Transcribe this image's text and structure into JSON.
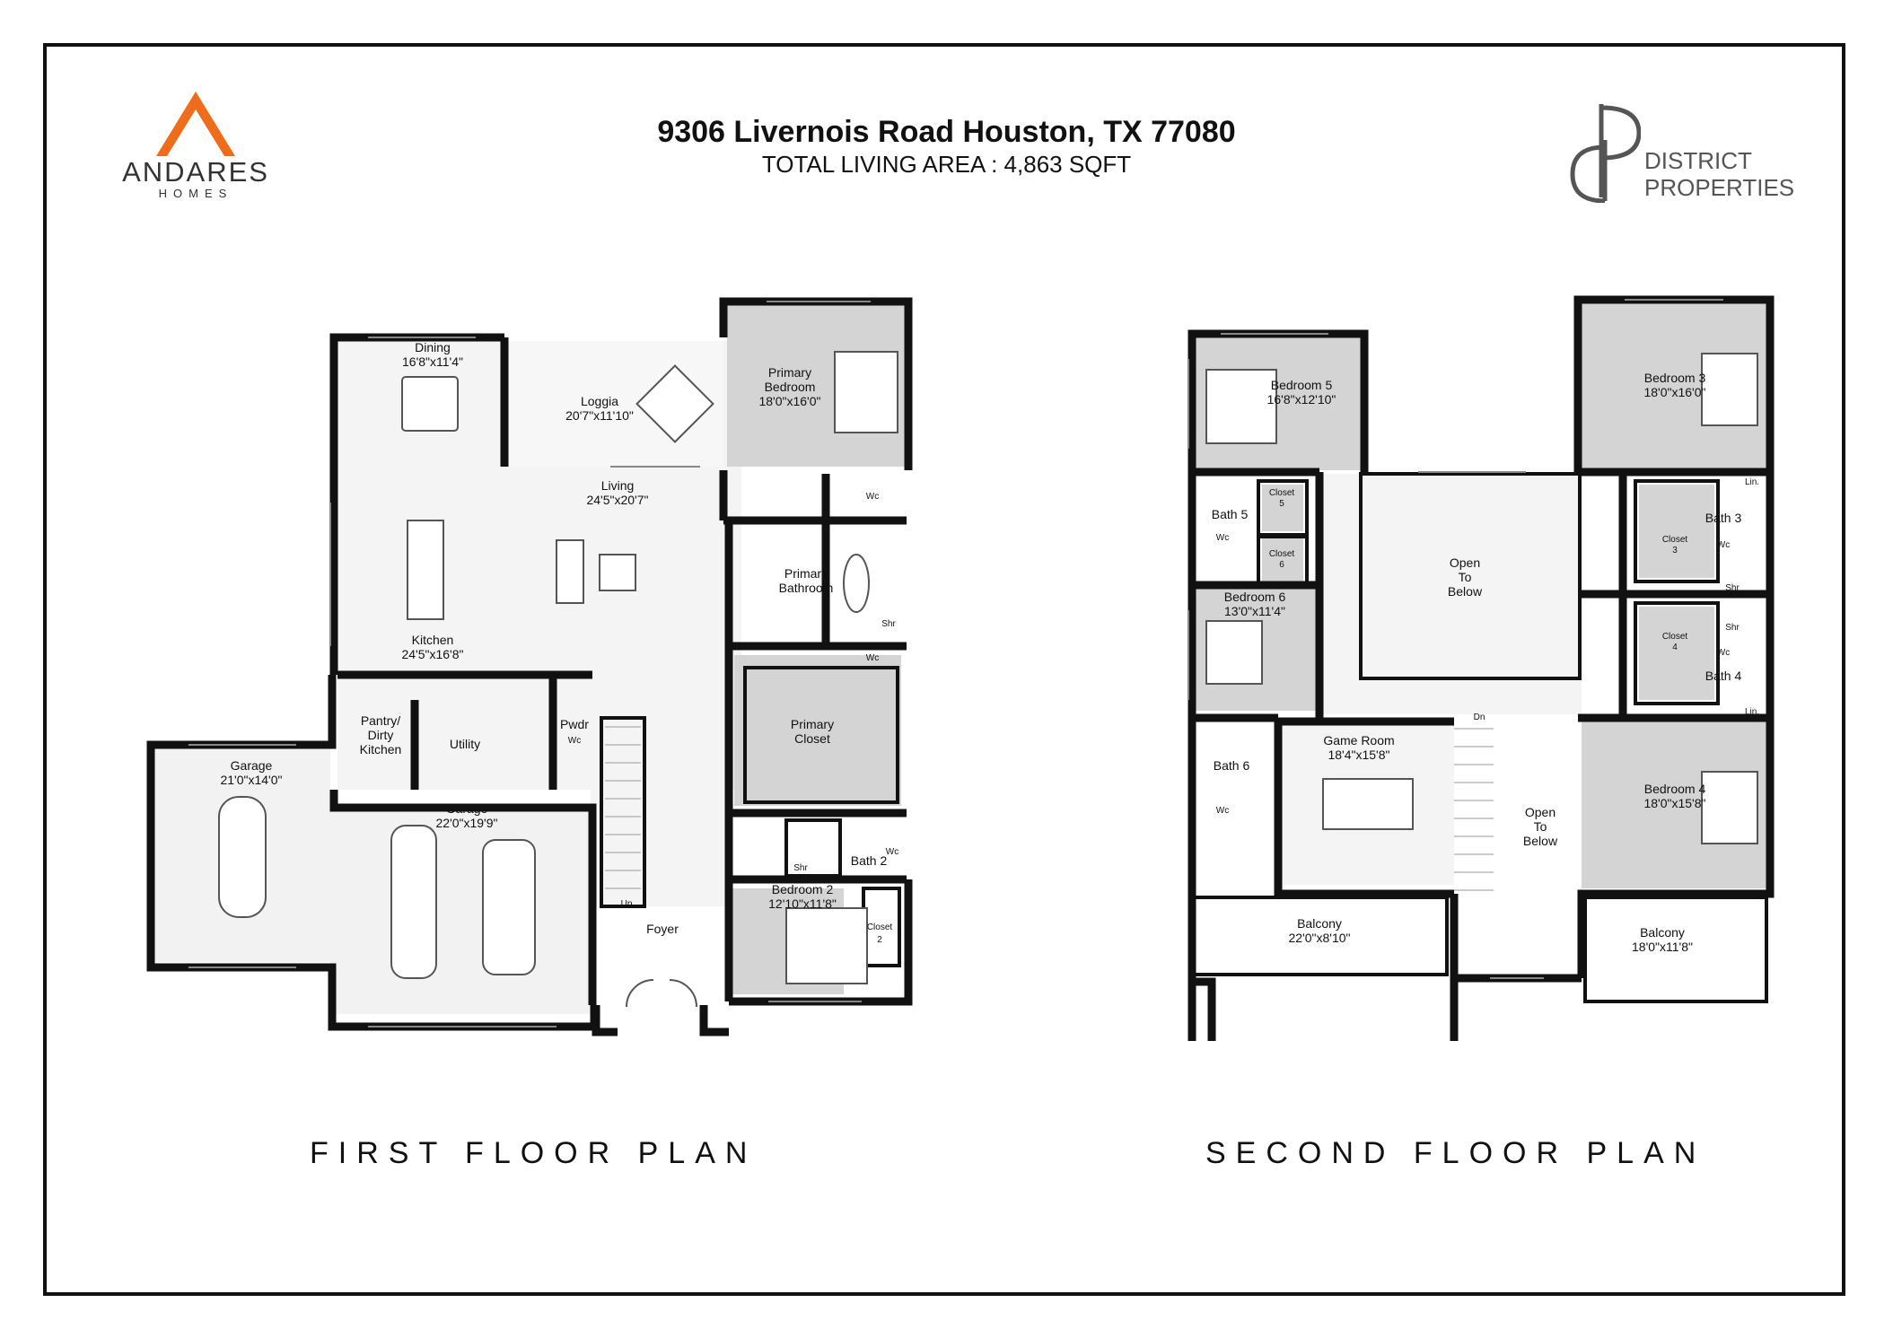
{
  "header": {
    "address": "9306 Livernois Road Houston, TX 77080",
    "area": "TOTAL LIVING AREA : 4,863 SQFT"
  },
  "logos": {
    "left_brand": "ANDARES",
    "left_sub": "HOMES",
    "left_color": "#ef6c1a",
    "right_line1": "DISTRICT",
    "right_line2": "PROPERTIES",
    "right_color": "#555555"
  },
  "plans": {
    "first_label": "FIRST FLOOR PLAN",
    "second_label": "SECOND FLOOR PLAN"
  },
  "first_floor": {
    "dining": {
      "name": "Dining",
      "dim": "16'8\"x11'4\""
    },
    "loggia": {
      "name": "Loggia",
      "dim": "20'7\"x11'10\""
    },
    "primary_bedroom": {
      "name1": "Primary",
      "name2": "Bedroom",
      "dim": "18'0\"x16'0\""
    },
    "living": {
      "name": "Living",
      "dim": "24'5\"x20'7\""
    },
    "primary_bathroom": {
      "name1": "Primary",
      "name2": "Bathroom"
    },
    "kitchen": {
      "name": "Kitchen",
      "dim": "24'5\"x16'8\""
    },
    "primary_closet": {
      "name1": "Primary",
      "name2": "Closet"
    },
    "pantry": {
      "name1": "Pantry/",
      "name2": "Dirty",
      "name3": "Kitchen"
    },
    "utility": {
      "name": "Utility"
    },
    "pwdr": {
      "name": "Pwdr"
    },
    "garage_left": {
      "name": "Garage",
      "dim": "21'0\"x14'0\""
    },
    "garage_main": {
      "name": "Garage",
      "dim": "22'0\"x19'9\""
    },
    "bath2": {
      "name": "Bath 2"
    },
    "bedroom2": {
      "name": "Bedroom 2",
      "dim": "12'10\"x11'8\""
    },
    "closet2": {
      "name1": "Closet",
      "name2": "2"
    },
    "foyer": {
      "name": "Foyer"
    },
    "up": "Up",
    "wc": "Wc",
    "shr": "Shr"
  },
  "second_floor": {
    "bedroom5": {
      "name": "Bedroom 5",
      "dim": "16'8\"x12'10\""
    },
    "bedroom3": {
      "name": "Bedroom 3",
      "dim": "18'0\"x16'0\""
    },
    "bath5": {
      "name": "Bath 5"
    },
    "closet5": {
      "name1": "Closet",
      "name2": "5"
    },
    "closet6": {
      "name1": "Closet",
      "name2": "6"
    },
    "open_below1": {
      "l1": "Open",
      "l2": "To",
      "l3": "Below"
    },
    "bath3": {
      "name": "Bath 3"
    },
    "closet3": {
      "name1": "Closet",
      "name2": "3"
    },
    "lin": "Lin.",
    "bedroom6": {
      "name": "Bedroom 6",
      "dim": "13'0\"x11'4\""
    },
    "closet4": {
      "name1": "Closet",
      "name2": "4"
    },
    "bath4": {
      "name": "Bath 4"
    },
    "dn": "Dn",
    "game_room": {
      "name": "Game Room",
      "dim": "18'4\"x15'8\""
    },
    "bath6": {
      "name": "Bath 6"
    },
    "open_below2": {
      "l1": "Open",
      "l2": "To",
      "l3": "Below"
    },
    "bedroom4": {
      "name": "Bedroom 4",
      "dim": "18'0\"x15'8\""
    },
    "balcony_left": {
      "name": "Balcony",
      "dim": "22'0\"x8'10\""
    },
    "balcony_right": {
      "name": "Balcony",
      "dim": "18'0\"x11'8\""
    },
    "wc": "Wc",
    "shr": "Shr"
  }
}
